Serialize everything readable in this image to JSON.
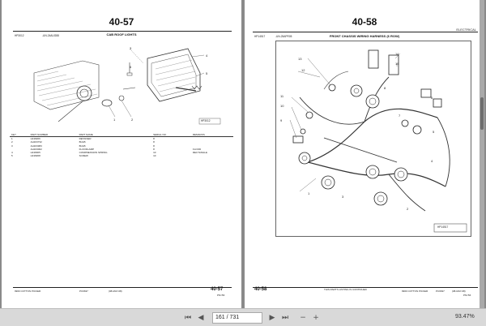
{
  "left_page": {
    "page_number": "40-57",
    "section": "",
    "fig_ref": "HP3012",
    "fig_code": "-UN-24AUG88",
    "title": "CAB ROOF LIGHTS",
    "figure_tag": "HP3012",
    "callouts": [
      "3",
      "4",
      "5",
      "6",
      "1",
      "2"
    ],
    "table_headers": [
      "KEY",
      "PART NUMBER",
      "PART NAME",
      "SERIAL NO.",
      "REMARKS"
    ],
    "table_rows": [
      [
        "1",
        "H138266",
        "RETAINER",
        "8",
        ""
      ],
      [
        "2",
        "AH163732",
        "BULB",
        "8",
        ""
      ],
      [
        "3",
        "AH163383",
        "BULB",
        "8",
        ""
      ],
      [
        "",
        "AH163002",
        "FLOODLAMP",
        "8",
        "FLOOD"
      ],
      [
        "4",
        "H138305",
        "COMPRESSION SPRING",
        "10",
        "RECTANGLE"
      ],
      [
        "5",
        "H138268",
        "SCREW",
        "10",
        ""
      ]
    ],
    "footer_left": "9960 COTTON PICKER",
    "footer_mid": "PC9637",
    "footer_right": "(08-MAY-08)",
    "footer_pagenum": "40-57",
    "footer_sub": "PN=56"
  },
  "right_page": {
    "page_number": "40-58",
    "section": "ELECTRICAL",
    "fig_ref": "HP14517",
    "fig_code": "-UN-25APR05",
    "title": "FRONT CHASSIS WIRING HARNESS (6 ROW)",
    "figure_tag": "HP14517",
    "callouts": [
      "13",
      "12",
      "14",
      "15",
      "11",
      "10",
      "9",
      "8",
      "7",
      "6",
      "5",
      "4",
      "3",
      "2",
      "1"
    ],
    "footer_pagenum": "40-58",
    "footer_notice": "THIS PART'S LISTING IS CONTINUED",
    "footer_left": "9960 COTTON PICKER",
    "footer_mid": "PC9637",
    "footer_right": "(08-MAY-08)",
    "footer_sub": "PN=56"
  },
  "viewer": {
    "page_indicator": "161 / 731",
    "zoom": "93.47%"
  }
}
